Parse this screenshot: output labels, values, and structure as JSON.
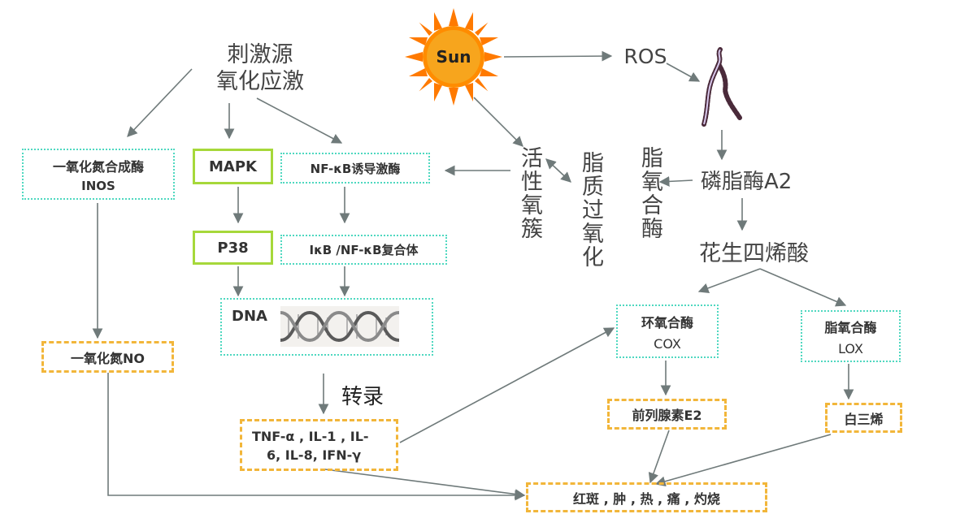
{
  "nodes": {
    "stimulus": "刺激源",
    "oxidative_stress": "氧化应激",
    "sun": "Sun",
    "ros": "ROS",
    "inos_cn": "一氧化氮合成酶",
    "inos": "INOS",
    "mapk": "MAPK",
    "nfkb_kinase": "NF-κB诱导激酶",
    "p38": "P38",
    "ikb_complex": "IκB /NF-κB复合体",
    "dna": "DNA",
    "no": "一氧化氮NO",
    "transcription": "转录",
    "cytokines_line1": "TNF-α , IL-1 , IL-",
    "cytokines_line2": "6, IL-8, IFN-γ",
    "active_oxygen": "活性氧簇",
    "lipid_peroxidation": "脂质过氧化",
    "lipoxygenase_v": "脂氧合酶",
    "pla2": "磷脂酶A2",
    "arachidonic": "花生四烯酸",
    "cox_cn": "环氧合酶",
    "cox": "COX",
    "lox_cn": "脂氧合酶",
    "lox": "LOX",
    "pge2": "前列腺素E2",
    "leukotriene": "白三烯",
    "inflammation": "红斑 , 肿 , 热 , 痛 , 灼烧"
  },
  "colors": {
    "teal_border": "#4fd8c0",
    "orange_border": "#f2b63a",
    "green_border": "#a6d83a",
    "arrow": "#6f7a7a",
    "sun_core": "#f7941d",
    "sun_rays": "#ff7a00"
  },
  "icons": [
    "sun-icon",
    "dna-helix-icon",
    "skin-figure-icon"
  ]
}
